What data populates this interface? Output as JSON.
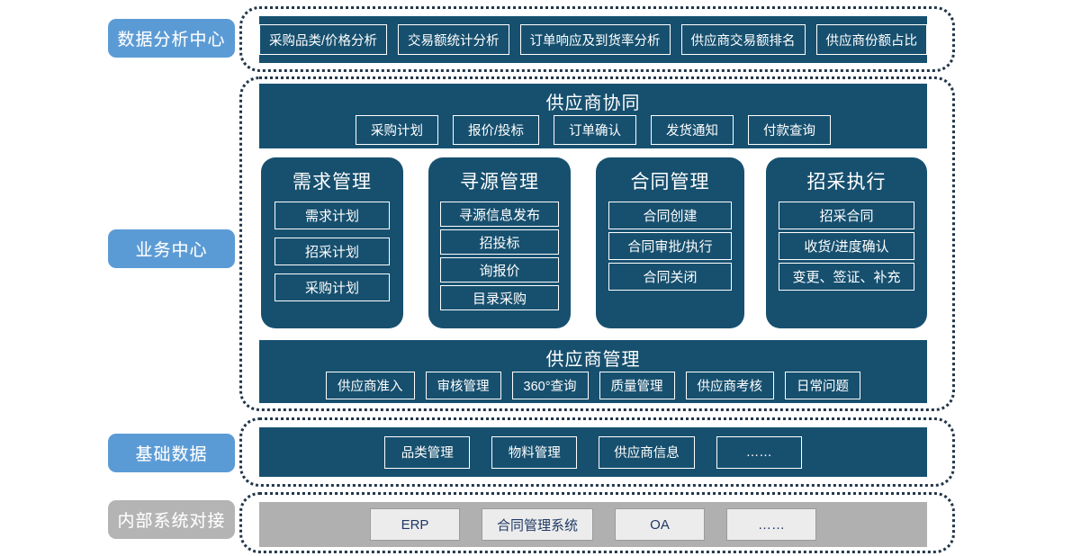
{
  "colors": {
    "panel_dark": "#17506f",
    "panel_gray": "#b0b0b0",
    "label_blue": "#5b9bd5",
    "label_gray": "#b4b4b4",
    "frame_dotted": "#22364a",
    "chip_light_fill": "#ececec",
    "chip_light_text": "#1f3864"
  },
  "rails": {
    "analysis": "数据分析中心",
    "business": "业务中心",
    "basedata": "基础数据",
    "internal": "内部系统对接"
  },
  "analysis_center": {
    "items": [
      "采购品类/价格分析",
      "交易额统计分析",
      "订单响应及到货率分析",
      "供应商交易额排名",
      "供应商份额占比"
    ]
  },
  "supplier_collab": {
    "title": "供应商协同",
    "items": [
      "采购计划",
      "报价/投标",
      "订单确认",
      "发货通知",
      "付款查询"
    ]
  },
  "business_cards": [
    {
      "title": "需求管理",
      "items": [
        "需求计划",
        "招采计划",
        "采购计划"
      ]
    },
    {
      "title": "寻源管理",
      "items": [
        "寻源信息发布",
        "招投标",
        "询报价",
        "目录采购"
      ]
    },
    {
      "title": "合同管理",
      "items": [
        "合同创建",
        "合同审批/执行",
        "合同关闭"
      ]
    },
    {
      "title": "招采执行",
      "items": [
        "招采合同",
        "收货/进度确认",
        "变更、签证、补充"
      ]
    }
  ],
  "supplier_mgmt": {
    "title": "供应商管理",
    "items": [
      "供应商准入",
      "审核管理",
      "360°查询",
      "质量管理",
      "供应商考核",
      "日常问题"
    ]
  },
  "base_data": {
    "items": [
      "品类管理",
      "物料管理",
      "供应商信息",
      "……"
    ]
  },
  "internal_systems": {
    "items": [
      "ERP",
      "合同管理系统",
      "OA",
      "……"
    ]
  }
}
